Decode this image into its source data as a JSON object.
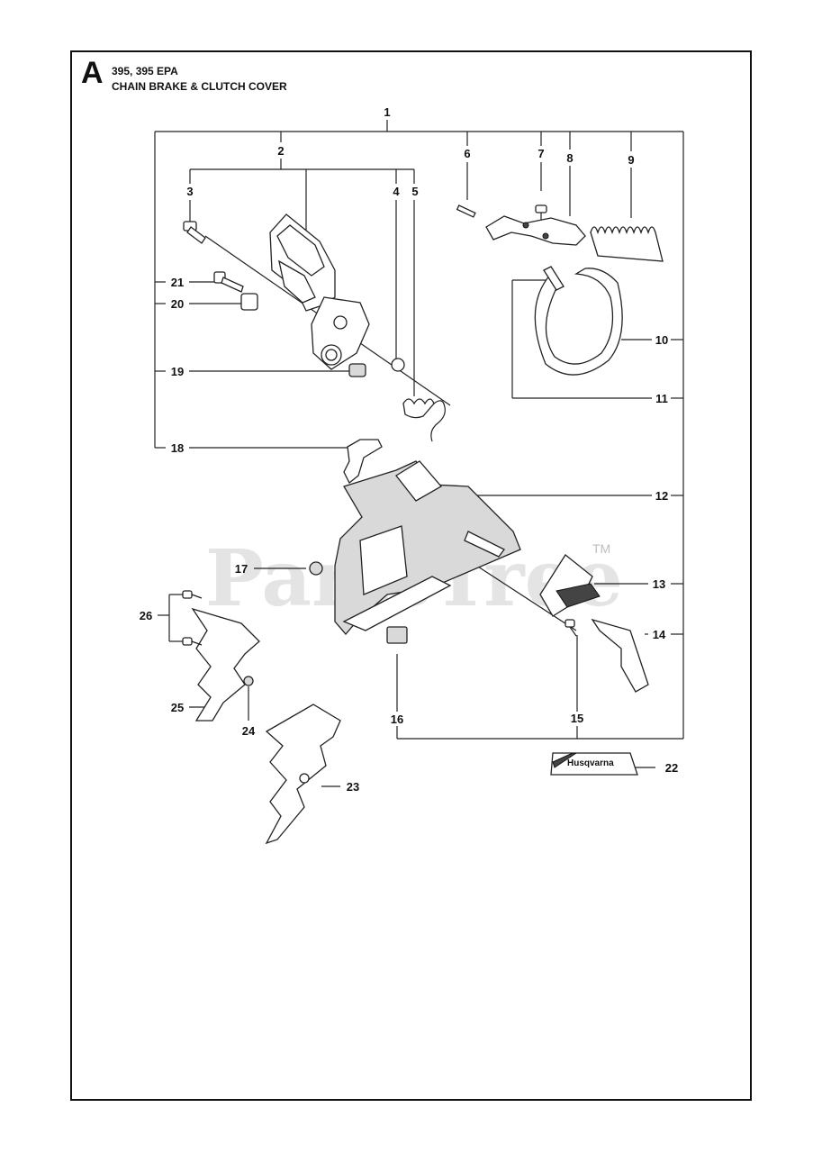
{
  "header": {
    "section_letter": "A",
    "models": "395, 395 EPA",
    "title": "CHAIN BRAKE & CLUTCH COVER"
  },
  "watermark": {
    "text": "PartsTree",
    "trademark": "TM"
  },
  "decal": {
    "brand": "Husqvarna"
  },
  "callouts": {
    "c1": "1",
    "c2": "2",
    "c3": "3",
    "c4": "4",
    "c5": "5",
    "c6": "6",
    "c7": "7",
    "c8": "8",
    "c9": "9",
    "c10": "10",
    "c11": "11",
    "c12": "12",
    "c13": "13",
    "c14": "14",
    "c15": "15",
    "c16": "16",
    "c17": "17",
    "c18": "18",
    "c19": "19",
    "c20": "20",
    "c21": "21",
    "c22": "22",
    "c23": "23",
    "c24": "24",
    "c25": "25",
    "c26": "26"
  }
}
